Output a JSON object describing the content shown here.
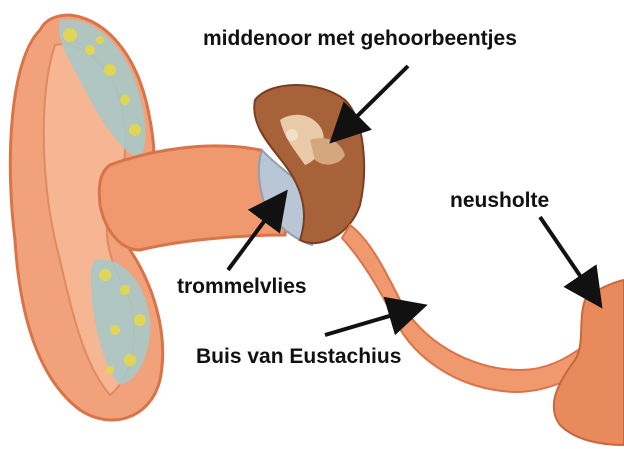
{
  "labels": {
    "middle_ear": "middenoor met gehoorbeentjes",
    "nasal_cavity": "neusholte",
    "eardrum": "trommelvlies",
    "eustachian_tube": "Buis van Eustachius"
  },
  "colors": {
    "skin": "#f2a27a",
    "skin_dark": "#d9744a",
    "cartilage": "#a9c8c8",
    "yellow": "#e6d84a",
    "eardrum": "#b9c6d6",
    "middle_ear": "#a8623a",
    "arrow": "#111111"
  }
}
